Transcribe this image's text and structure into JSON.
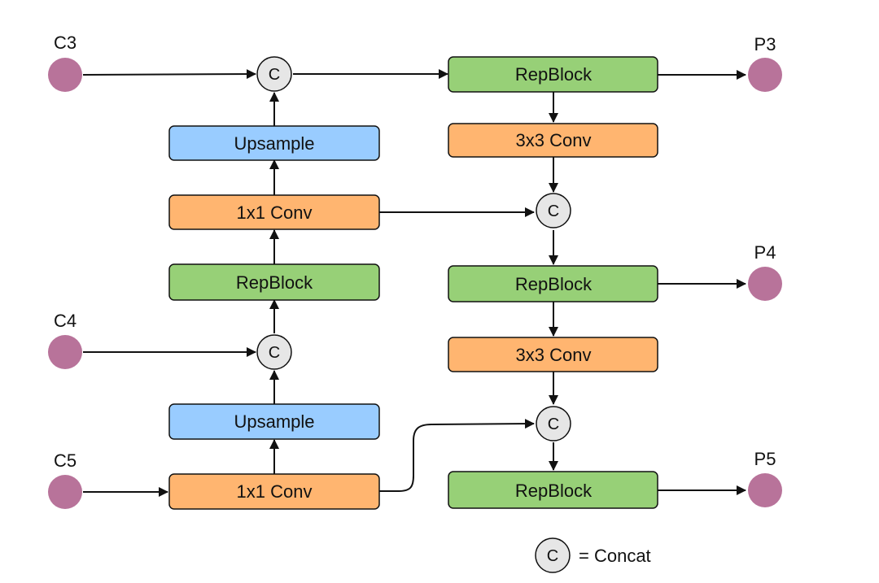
{
  "inputs": {
    "c3": "C3",
    "c4": "C4",
    "c5": "C5"
  },
  "outputs": {
    "p3": "P3",
    "p4": "P4",
    "p5": "P5"
  },
  "blocks": {
    "upsample_top": "Upsample",
    "conv1x1_top": "1x1 Conv",
    "repblock_left": "RepBlock",
    "upsample_bottom": "Upsample",
    "conv1x1_bottom": "1x1 Conv",
    "repblock_p3": "RepBlock",
    "conv3x3_top": "3x3 Conv",
    "repblock_p4": "RepBlock",
    "conv3x3_bottom": "3x3 Conv",
    "repblock_p5": "RepBlock"
  },
  "concat_symbol": "C",
  "legend": {
    "symbol": "C",
    "text": "= Concat"
  },
  "colors": {
    "node": "#b8739a",
    "repblock": "#97d077",
    "conv": "#ffb570",
    "upsample": "#99ccff",
    "concat": "#e6e6e6",
    "stroke": "#111111"
  }
}
